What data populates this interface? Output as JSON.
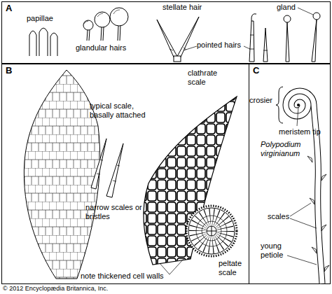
{
  "diagram": {
    "nodes": [
      {
        "text": [
          "A"
        ]
      },
      {
        "text": [
          "B"
        ]
      },
      {
        "text": [
          "C"
        ]
      }
    ],
    "labels": [
      "papillae",
      "glandular hairs",
      "stellate hair",
      "gland",
      "pointed hairs",
      "typical scale, basally attached",
      "clathrate scale",
      "narrow scales or bristles",
      "note thickened cell walls",
      "peltate scale",
      "crosier",
      "meristem tip",
      "Polypodium virginianum",
      "scales",
      "young petiole",
      "© 2012 Encyclopædia Britannica, Inc."
    ]
  }
}
